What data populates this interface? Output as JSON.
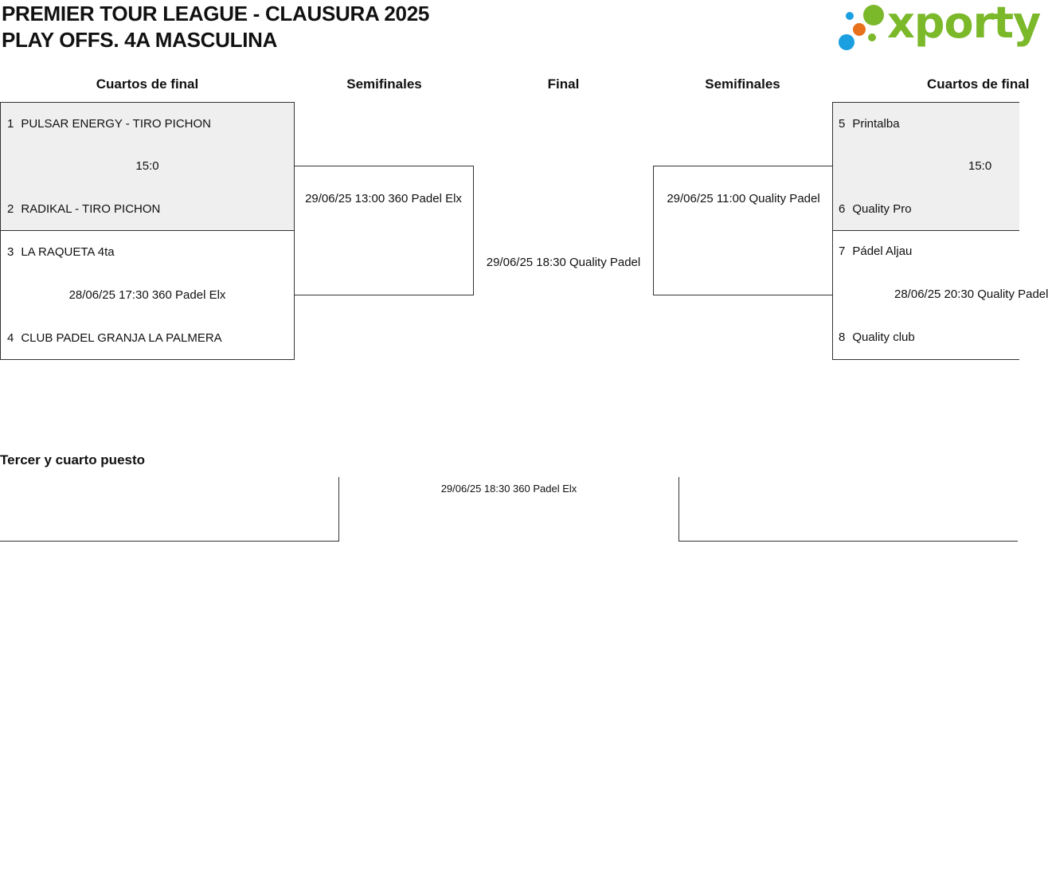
{
  "header": {
    "title_line1": "PREMIER TOUR LEAGUE - CLAUSURA 2025",
    "title_line2": "PLAY OFFS. 4A MASCULINA",
    "logo_text": "xporty",
    "logo_colors": {
      "green": "#7bb82a",
      "blue": "#1a9fe0",
      "orange": "#e8701a"
    }
  },
  "rounds": {
    "left_quarters": "Cuartos de final",
    "left_semis": "Semifinales",
    "final": "Final",
    "right_semis": "Semifinales",
    "right_quarters": "Cuartos de final"
  },
  "left_bracket": {
    "match1": {
      "seed_a": "1",
      "team_a": "PULSAR ENERGY - TIRO PICHON",
      "result": "15:0",
      "seed_b": "2",
      "team_b": "RADIKAL - TIRO PICHON"
    },
    "match2": {
      "seed_a": "3",
      "team_a": "LA RAQUETA 4ta",
      "result": "28/06/25 17:30 360 Padel Elx",
      "seed_b": "4",
      "team_b": "CLUB PADEL GRANJA LA PALMERA"
    },
    "semi": "29/06/25 13:00 360 Padel Elx"
  },
  "final_info": "29/06/25 18:30 Quality Padel",
  "right_bracket": {
    "semi": "29/06/25 11:00 Quality Padel",
    "match1": {
      "seed_a": "5",
      "team_a": "Printalba",
      "result": "15:0",
      "seed_b": "6",
      "team_b": "Quality Pro"
    },
    "match2": {
      "seed_a": "7",
      "team_a": "Pádel Aljau",
      "result": "28/06/25 20:30 Quality Padel",
      "seed_b": "8",
      "team_b": "Quality club"
    }
  },
  "third_place": {
    "label": "Tercer y cuarto puesto",
    "info": "29/06/25 18:30 360 Padel Elx"
  }
}
